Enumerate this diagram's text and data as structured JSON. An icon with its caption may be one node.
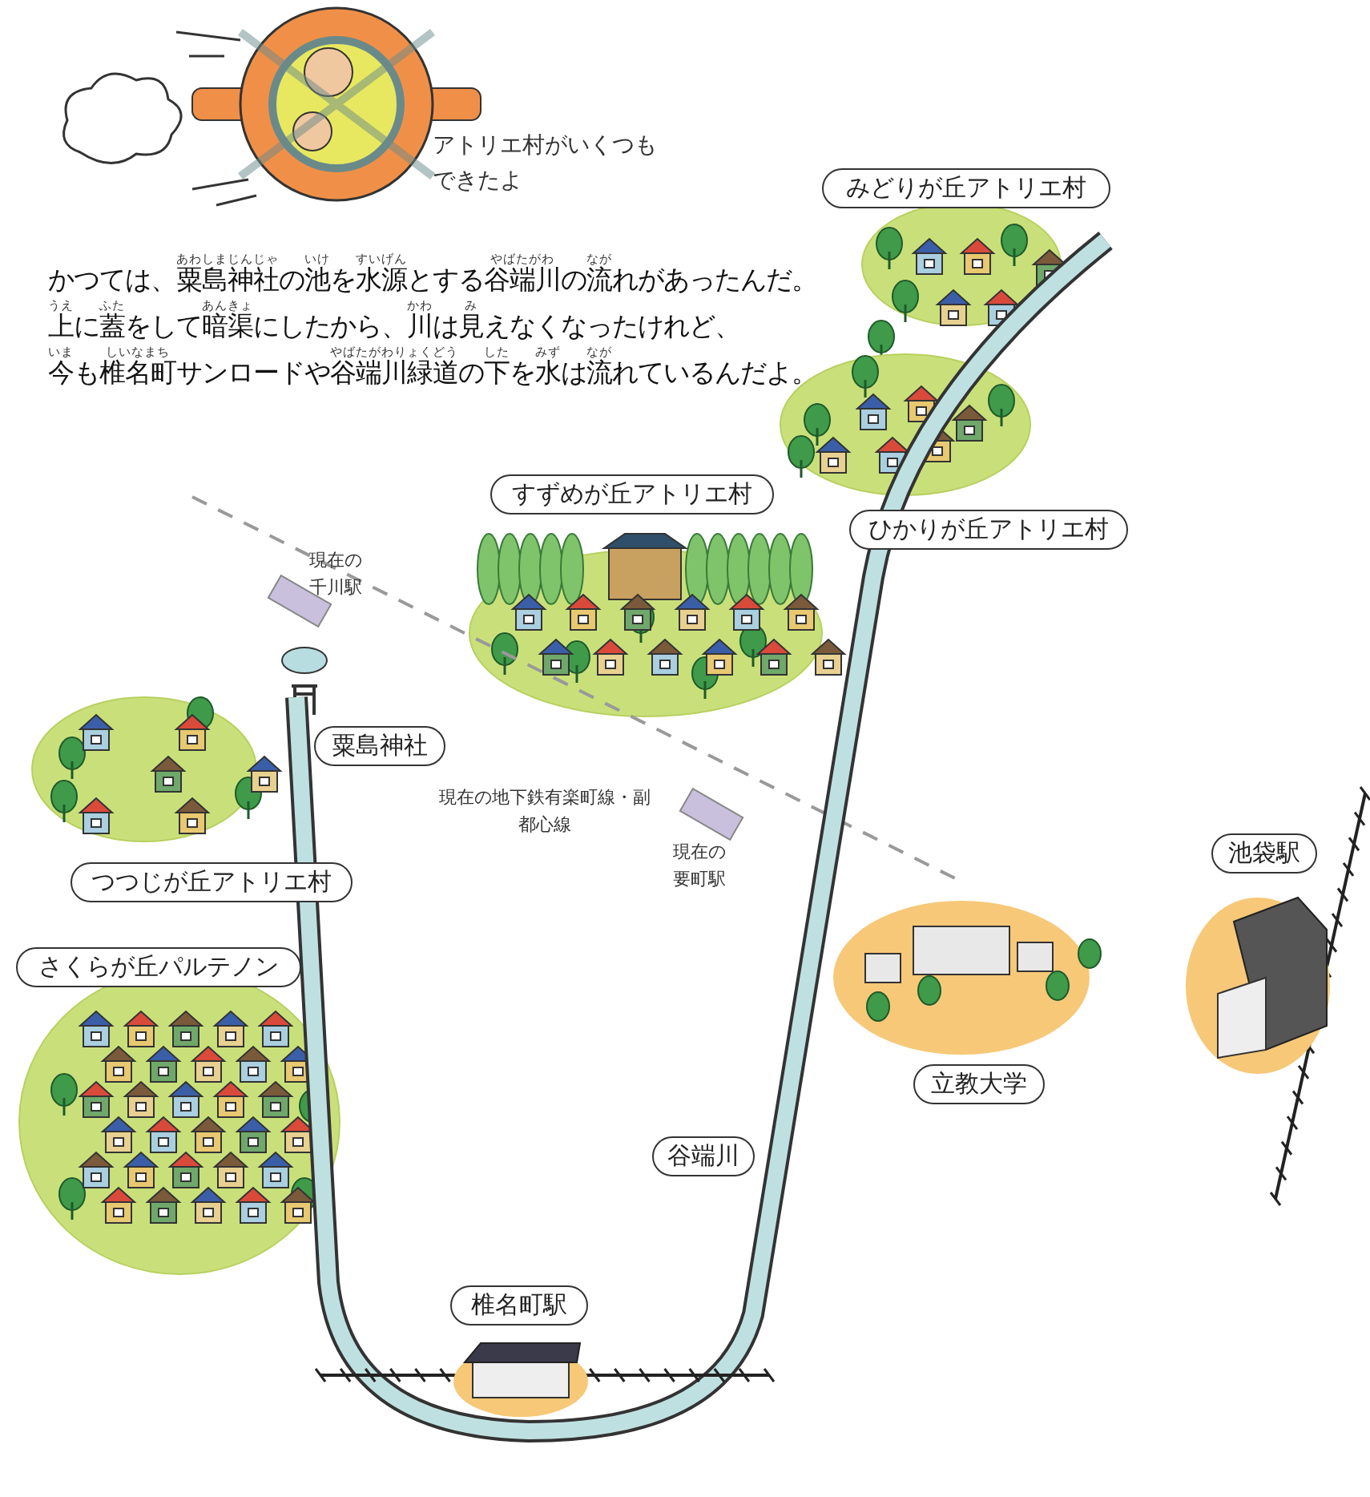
{
  "diagram": {
    "nodes": [
      {
        "text": [
          "みどりが丘アトリエ村"
        ]
      },
      {
        "text": [
          "すずめが丘アトリエ村"
        ]
      },
      {
        "text": [
          "ひかりが丘アトリエ村"
        ]
      },
      {
        "text": [
          "粟島神社"
        ]
      },
      {
        "text": [
          "つつじが丘アトリエ村"
        ]
      },
      {
        "text": [
          "池袋駅"
        ]
      },
      {
        "text": [
          "さくらが丘パルテノン"
        ]
      },
      {
        "text": [
          "立教大学"
        ]
      },
      {
        "text": [
          "谷端川"
        ]
      },
      {
        "text": [
          "椎名町駅"
        ]
      }
    ],
    "labels": [
      "アトリエ村がいくつもできたよ",
      "かつては、粟島神社の池を水源とする谷端川の流れがあったんだ。上に蓋をして暗渠にしたから、川は見えなくなったけれど、今も椎名町サンロードや谷端川緑道の下を水は流れているんだよ。",
      "あわしまじんじゃ",
      "いけ",
      "すいげん",
      "やばたがわ",
      "なが",
      "うえ",
      "ふた",
      "あんきょ",
      "かわ",
      "み",
      "いま",
      "しいなまち",
      "やばたがわりょくどう",
      "した",
      "みず",
      "なが",
      "現在の千川駅",
      "現在の地下鉄有楽町線・副都心線",
      "現在の要町駅"
    ]
  }
}
